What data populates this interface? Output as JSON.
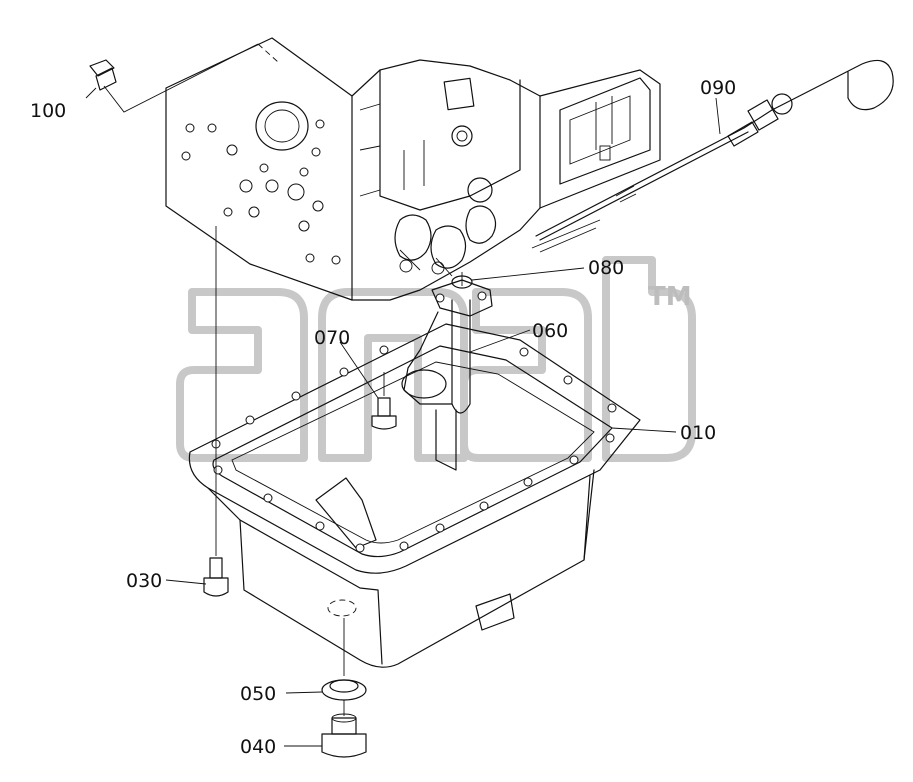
{
  "diagram": {
    "labels": {
      "p010": "010",
      "p030": "030",
      "p040": "040",
      "p050": "050",
      "p060": "060",
      "p070": "070",
      "p080": "080",
      "p090": "090",
      "p100": "100"
    },
    "watermark": {
      "logo_text": "anab",
      "trademark": "TM"
    }
  }
}
